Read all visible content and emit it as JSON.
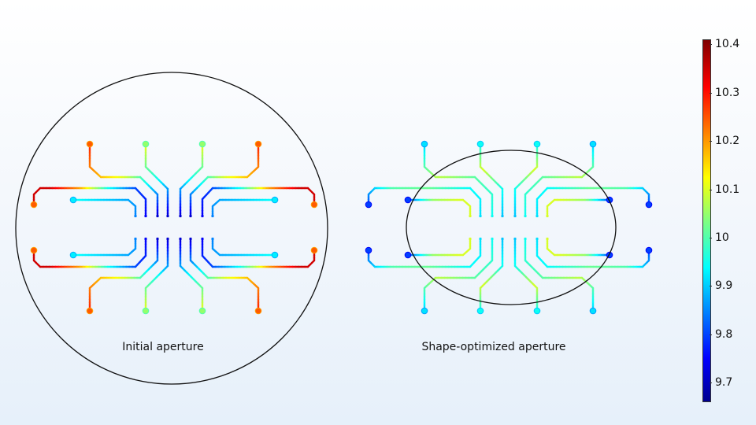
{
  "figures": [
    {
      "label": "Initial aperture",
      "aperture": "circle",
      "traces": {
        "A": {
          "pad": 10.25,
          "values": [
            10.3,
            10.1,
            9.72
          ]
        },
        "B": {
          "pad": 10.05,
          "values": [
            10.12,
            9.95,
            9.72
          ]
        },
        "C": {
          "pad": 10.25,
          "values": [
            10.35,
            10.35,
            10.2,
            9.95,
            9.8,
            9.75
          ]
        },
        "D": {
          "pad": 9.93,
          "values": [
            9.95,
            9.9,
            9.85
          ]
        }
      }
    },
    {
      "label": "Shape-optimized aperture",
      "aperture": "ellipse",
      "traces": {
        "A": {
          "pad": 9.92,
          "values": [
            9.9,
            10.08,
            10.0,
            9.95
          ]
        },
        "B": {
          "pad": 9.95,
          "values": [
            9.95,
            10.1,
            9.95,
            9.9
          ]
        },
        "C": {
          "pad": 9.8,
          "values": [
            9.8,
            10.0,
            10.02,
            9.95,
            9.92
          ]
        },
        "D": {
          "pad": 9.8,
          "values": [
            9.8,
            10.05,
            10.1,
            10.1
          ]
        }
      }
    }
  ],
  "colorbar": {
    "min": 9.66,
    "max": 10.41,
    "ticks": [
      "10.4",
      "10.3",
      "10.2",
      "10.1",
      "10",
      "9.9",
      "9.8",
      "9.7"
    ]
  }
}
